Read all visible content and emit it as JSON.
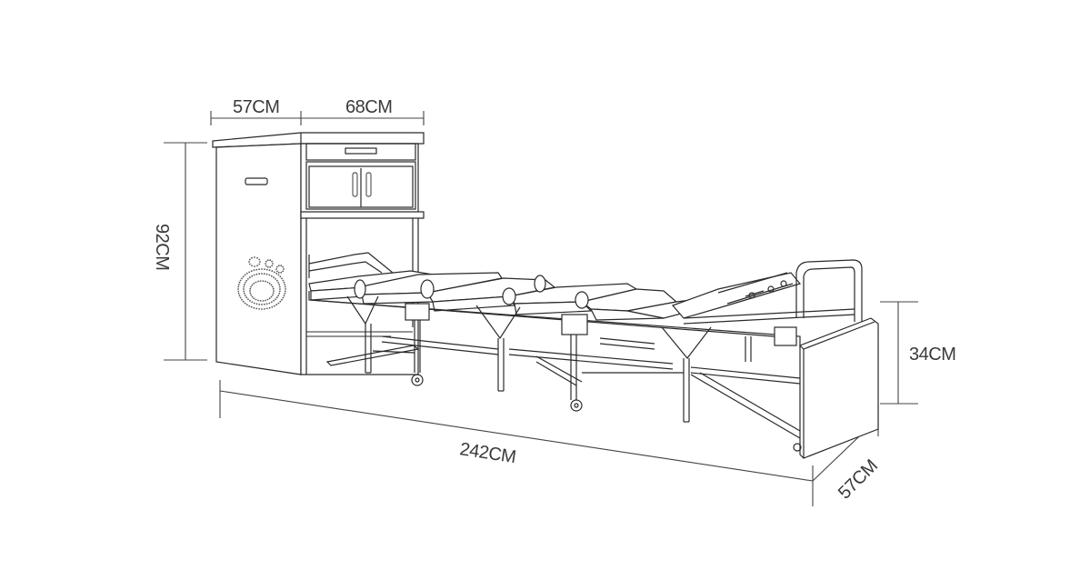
{
  "dimensions": {
    "cabinet_depth": "57CM",
    "cabinet_width": "68CM",
    "height": "92CM",
    "bed_height": "34CM",
    "bed_length": "242CM",
    "bed_width": "57CM"
  },
  "colors": {
    "line": "#2a2a2a",
    "text": "#3a3a3a",
    "background": "#ffffff"
  },
  "icons": {
    "cabinet_emblem": "apple-dotted-logo",
    "cabinet_handle": "recessed-handle-icon"
  }
}
